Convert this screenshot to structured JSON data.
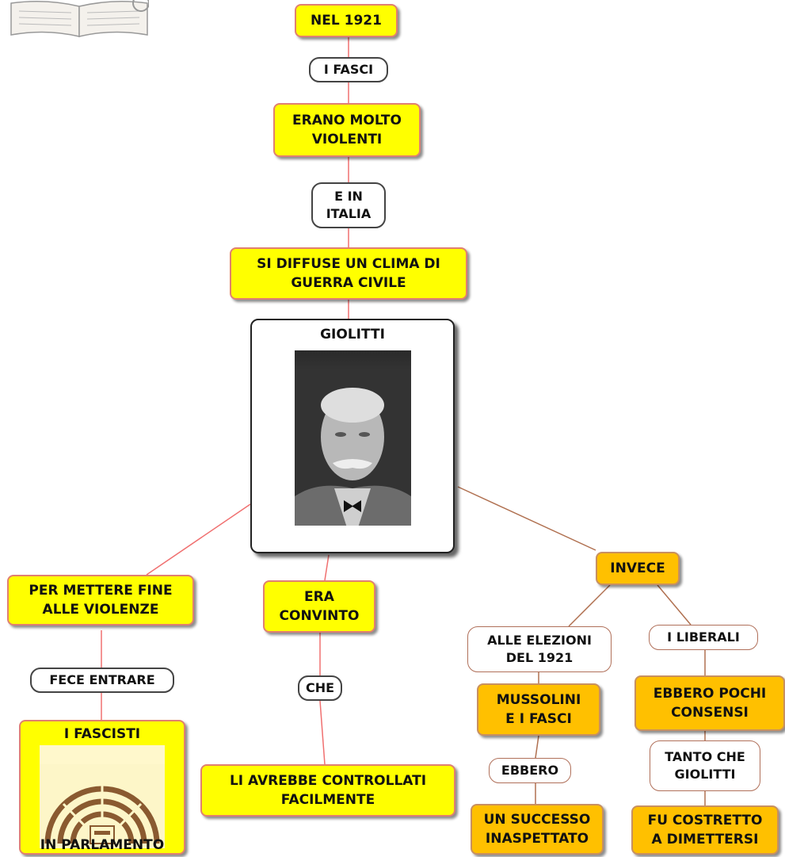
{
  "nodes": {
    "nel1921": "NEL 1921",
    "i_fasci": "I FASCI",
    "erano": "ERANO MOLTO\nVIOLENTI",
    "e_in_italia": "E IN\nITALIA",
    "si_diffuse": "SI DIFFUSE UN CLIMA DI\nGUERRA CIVILE",
    "giolitti": "GIOLITTI",
    "per_mettere": "PER METTERE FINE\nALLE VIOLENZE",
    "era_convinto": "ERA\nCONVINTO",
    "invece": "INVECE",
    "fece_entrare": "FECE ENTRARE",
    "che": "CHE",
    "alle_elezioni": "ALLE ELEZIONI\nDEL 1921",
    "i_liberali": "I LIBERALI",
    "i_fascisti": "I FASCISTI",
    "in_parlamento": "IN PARLAMENTO",
    "li_avrebbe": "LI AVREBBE CONTROLLATI\nFACILMENTE",
    "mussolini": "MUSSOLINI\nE I FASCI",
    "ebbero_pochi": "EBBERO POCHI\nCONSENSI",
    "ebbero": "EBBERO",
    "tanto_che": "TANTO CHE\nGIOLITTI",
    "un_successo": "UN SUCCESSO\nINASPETTATO",
    "fu_costretto": "FU COSTRETTO\nA DIMETTERSI"
  },
  "icons": [
    "book-magnifier-icon",
    "giolitti-portrait",
    "parliament-hemicycle-icon"
  ],
  "colors": {
    "yellow_node": "#ffff00",
    "orange_node": "#ffc000",
    "red_link": "#f07070",
    "brown_link": "#b07050"
  }
}
